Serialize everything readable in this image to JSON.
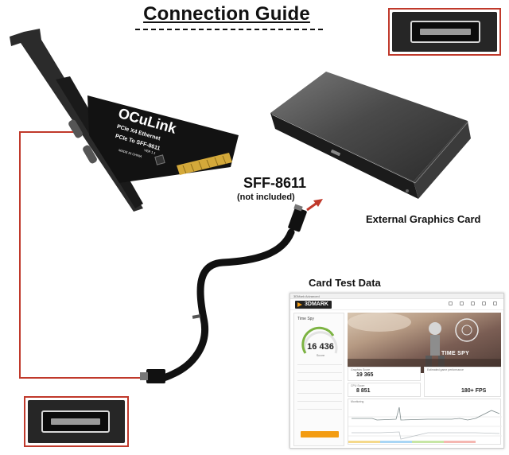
{
  "title": "Connection Guide",
  "card": {
    "brand": "OCuLink",
    "line1": "PCIe X4 Ethernet",
    "line2": "PCIe To SFF-8611",
    "made_in": "MADE IN CHINA",
    "rev": "VER 1.1"
  },
  "labels": {
    "cable": "SFF-8611",
    "cable_note": "(not included)",
    "egpu": "External Graphics Card",
    "test": "Card Test Data"
  },
  "test_data": {
    "app": "3DMARK",
    "window_title": "3DMark Advanced",
    "benchmark": "Time Spy",
    "overall_score": "16 436",
    "overall_score_label": "Score",
    "graphics_score": "19 365",
    "cpu_score": "8 851",
    "fps": "180+ FPS",
    "hero_label": "TIME SPY",
    "graphics_label": "Graphics Score",
    "cpu_label": "CPU Score",
    "estimate_label": "Estimated game performance",
    "monitor_label": "Monitoring"
  },
  "colors": {
    "accent_red": "#c0392b",
    "dmark_orange": "#f39c12",
    "gauge_green": "#7cb342"
  }
}
